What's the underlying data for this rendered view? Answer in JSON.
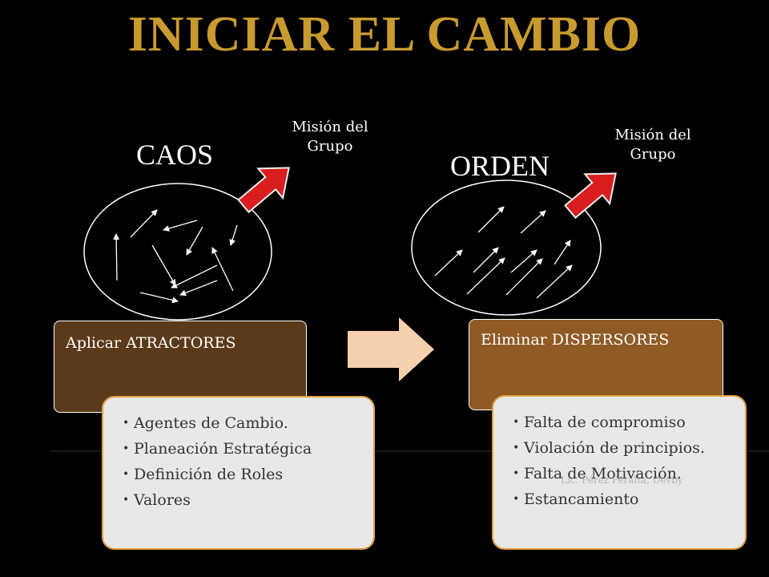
{
  "title": "INICIAR EL CAMBIO",
  "left": {
    "label": "CAOS",
    "mission": "Misión del Grupo",
    "box_title": "Aplicar ATRACTORES",
    "items": [
      "Agentes de Cambio.",
      "Planeación Estratégica",
      "Definición de Roles",
      "Valores"
    ]
  },
  "right": {
    "label": "ORDEN",
    "mission": "Misión del Grupo",
    "box_title": "Eliminar DISPERSORES",
    "items": [
      "Falta de compromiso",
      "Violación de principios.",
      "Falta de Motivación.",
      "Estancamiento"
    ]
  },
  "watermark": "Lic. Pérez Peralta, Devby",
  "colors": {
    "title": "#c99a2e",
    "left_box": "#5b3a1a",
    "right_box": "#8f5a24",
    "mission_arrow": "#d81e1e",
    "center_arrow": "#f6cfad"
  }
}
